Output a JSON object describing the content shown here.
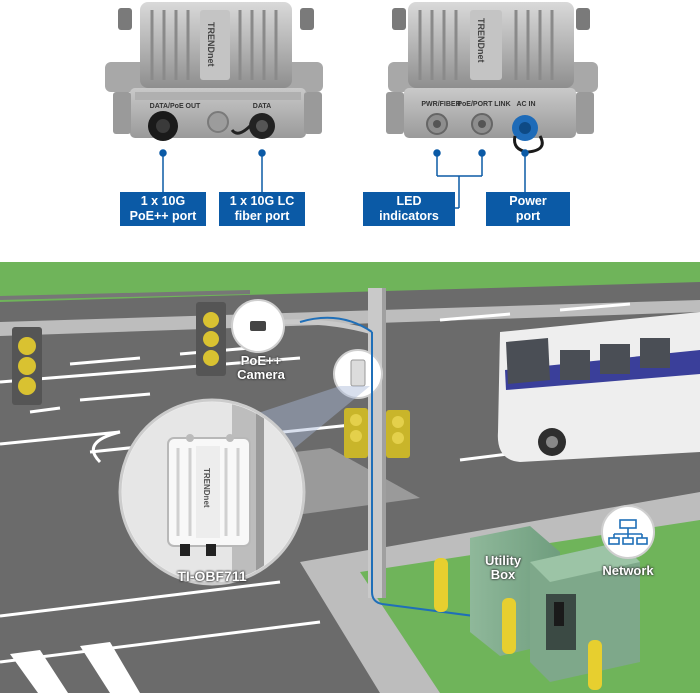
{
  "device_left": {
    "port_labels": {
      "left": "DATA/PoE OUT",
      "right": "DATA"
    },
    "logo": "TRENDnet"
  },
  "device_right": {
    "port_labels": {
      "left": "PWR/FIBER",
      "middle": "PoE/PORT LINK",
      "right": "AC IN"
    },
    "logo": "TRENDnet"
  },
  "callouts": {
    "poe_port": {
      "line1": "1 x 10G",
      "line2": "PoE++ port"
    },
    "fiber_port": {
      "line1": "1 x 10G LC",
      "line2": "fiber port"
    },
    "led": {
      "line1": "LED",
      "line2": "indicators"
    },
    "power": {
      "line1": "Power",
      "line2": "port"
    }
  },
  "scene": {
    "camera_label": {
      "line1": "PoE++",
      "line2": "Camera"
    },
    "device_label": "TI-OBF711",
    "device_logo": "TRENDnet",
    "utility_label": {
      "line1": "Utility",
      "line2": "Box"
    },
    "network_label": "Network"
  },
  "colors": {
    "callout_blue": "#0b5aa6",
    "cable_blue": "#1f6fb8",
    "road": "#6b6b6b",
    "grass": "#6fb45a",
    "sidewalk": "#bdbdbd",
    "bus_stripe": "#3a3f9a"
  }
}
